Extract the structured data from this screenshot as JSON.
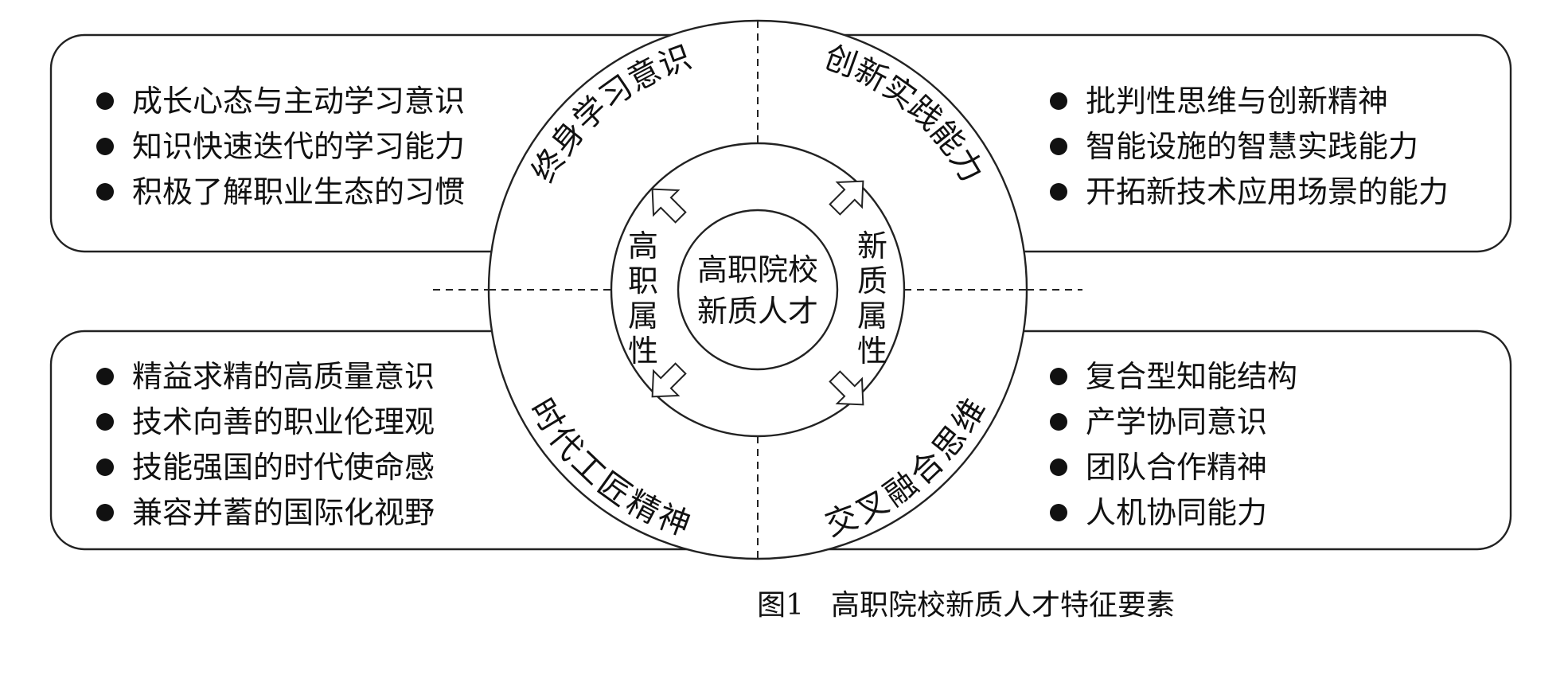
{
  "center": {
    "line1": "高职院校",
    "line2": "新质人才"
  },
  "attributes": {
    "left": "高职属性",
    "right": "新质属性"
  },
  "ring_labels": {
    "top_left": "终身学习意识",
    "top_right": "创新实践能力",
    "bottom_left": "时代工匠精神",
    "bottom_right": "交叉融合思维"
  },
  "boxes": {
    "top_left": [
      "成长心态与主动学习意识",
      "知识快速迭代的学习能力",
      "积极了解职业生态的习惯"
    ],
    "top_right": [
      "批判性思维与创新精神",
      "智能设施的智慧实践能力",
      "开拓新技术应用场景的能力"
    ],
    "bottom_left": [
      "精益求精的高质量意识",
      "技术向善的职业伦理观",
      "技能强国的时代使命感",
      "兼容并蓄的国际化视野"
    ],
    "bottom_right": [
      "复合型知能结构",
      "产学协同意识",
      "团队合作精神",
      "人机协同能力"
    ]
  },
  "caption": {
    "label": "图1",
    "text": "高职院校新质人才特征要素"
  }
}
